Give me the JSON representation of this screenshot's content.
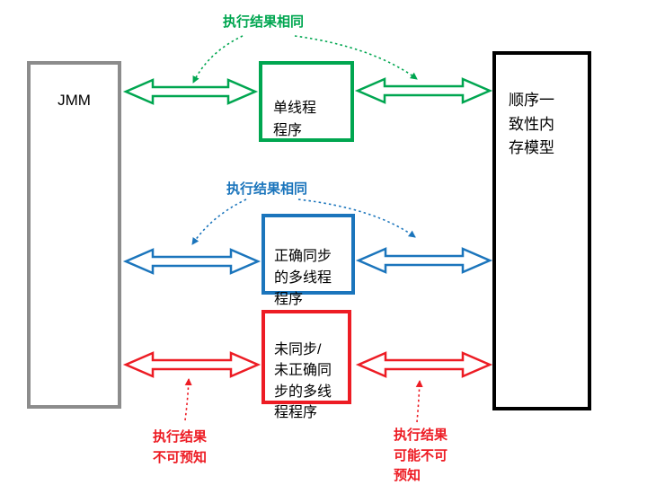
{
  "colors": {
    "green": "#00a650",
    "blue": "#1b75bc",
    "red": "#ed1c24",
    "gray": "#8c8c8c",
    "black": "#000000"
  },
  "boxes": {
    "jmm": {
      "label": "JMM"
    },
    "seq_model": {
      "label": "顺序一\n致性内\n存模型"
    },
    "single_thread": {
      "label": "单线程\n程序"
    },
    "synced_multi": {
      "label": "正确同步\n的多线程\n程序"
    },
    "unsynced_multi": {
      "label": "未同步/\n未正确同\n步的多线\n程程序"
    }
  },
  "annotations": {
    "same_result_top": {
      "label": "执行结果相同"
    },
    "same_result_mid": {
      "label": "执行结果相同"
    },
    "unpredictable_left": {
      "label": "执行结果\n不可预知"
    },
    "unpredictable_right": {
      "label": "执行结果\n可能不可\n预知"
    }
  }
}
